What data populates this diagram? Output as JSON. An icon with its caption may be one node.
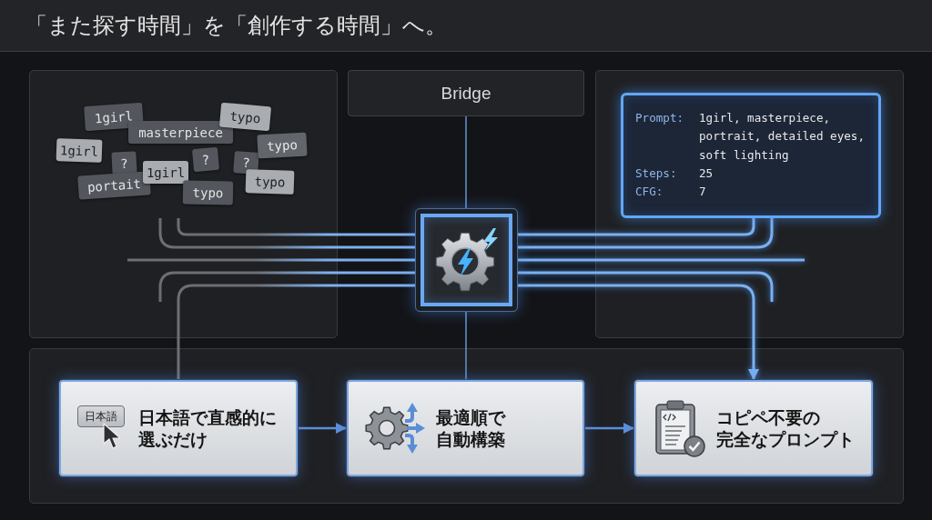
{
  "diagram": {
    "title": "「また探す時間」を「創作する時間」へ。",
    "nodes": [
      {
        "text": [],
        "shape": "box"
      },
      {
        "text": [
          "1girl"
        ],
        "in": 0
      },
      {
        "text": [
          "masterpiece"
        ],
        "in": 0
      },
      {
        "text": [
          "typo"
        ],
        "in": 0
      },
      {
        "text": [
          "1girl"
        ],
        "in": 0
      },
      {
        "text": [
          "?"
        ],
        "in": 0
      },
      {
        "text": [
          "?"
        ],
        "in": 0
      },
      {
        "text": [
          "?"
        ],
        "in": 0
      },
      {
        "text": [
          "typo"
        ],
        "in": 0
      },
      {
        "text": [
          "portait"
        ],
        "in": 0
      },
      {
        "text": [
          "1girl"
        ],
        "in": 0
      },
      {
        "text": [
          "typo"
        ],
        "in": 0
      },
      {
        "text": [
          "typo"
        ],
        "in": 0
      },
      {
        "text": [
          "Bridge"
        ]
      },
      {
        "text": [],
        "shape": "box"
      },
      {
        "text": [
          "Prompt:",
          "1girl, masterpiece, portrait, detailed eyes, soft lighting",
          "Steps:",
          "25",
          "CFG:",
          "7"
        ],
        "in": 14
      },
      {
        "text": [],
        "shape": "box"
      },
      {
        "text": [],
        "shape": "box"
      },
      {
        "text": [
          "日本語で直感的に選ぶだけ"
        ],
        "in": 17
      },
      {
        "text": [
          "日本語"
        ],
        "in": 18
      },
      {
        "text": [
          "最適順で自動構築"
        ],
        "in": 17
      },
      {
        "text": [
          "コピペ不要の完全なプロンプト"
        ],
        "in": 17
      }
    ],
    "edges": [
      {
        "from": null,
        "to": 16,
        "arrow": "none"
      },
      {
        "from": null,
        "to": 16,
        "arrow": "none"
      },
      {
        "from": null,
        "to": 16,
        "arrow": "none"
      },
      {
        "from": null,
        "to": 16,
        "arrow": "none"
      },
      {
        "from": 18,
        "to": 16,
        "arrow": "none"
      },
      {
        "from": 16,
        "to": 15,
        "arrow": "none"
      },
      {
        "from": 16,
        "to": 15,
        "arrow": "none"
      },
      {
        "from": 16,
        "to": null,
        "arrow": "none"
      },
      {
        "from": 16,
        "to": null,
        "arrow": "none"
      },
      {
        "from": 16,
        "to": 21,
        "arrow": "to"
      },
      {
        "from": 13,
        "to": 16,
        "arrow": "none"
      },
      {
        "from": 16,
        "to": 20,
        "arrow": "none"
      },
      {
        "from": 18,
        "to": 20,
        "arrow": "to"
      },
      {
        "from": 20,
        "to": 21,
        "arrow": "to"
      }
    ]
  }
}
